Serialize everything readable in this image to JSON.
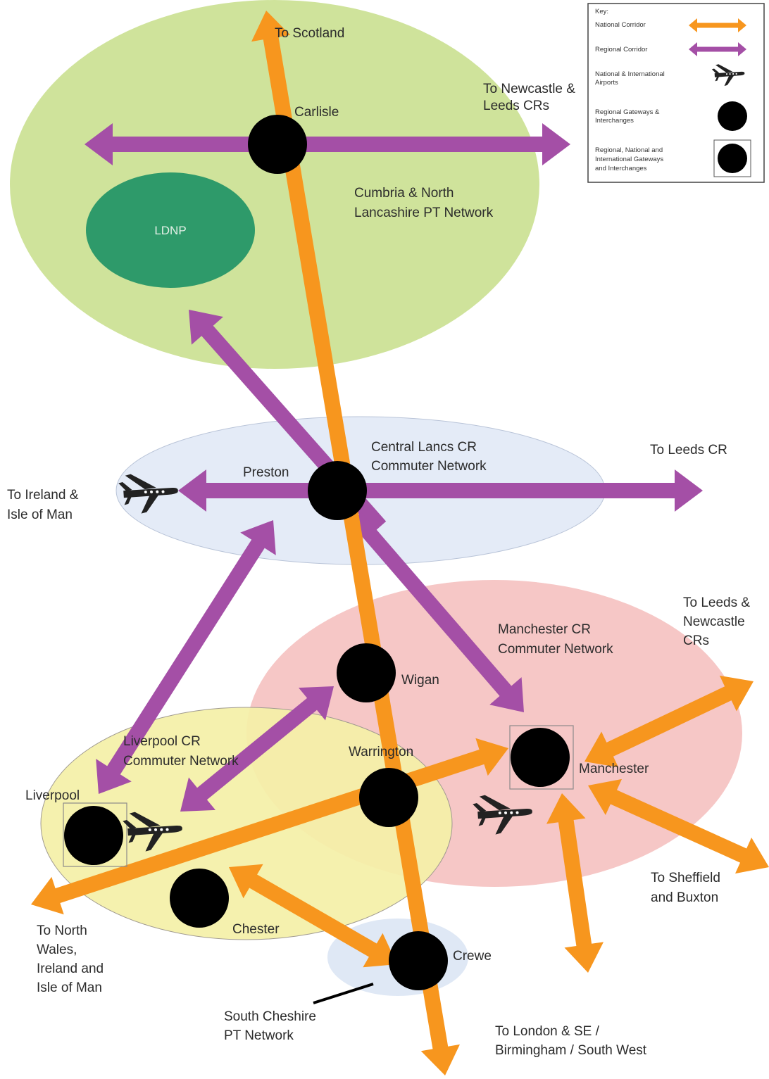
{
  "colors": {
    "national_corridor": "#f7961e",
    "regional_corridor": "#a44fa6",
    "cumbria_area": "#cfe39b",
    "ldnp_area": "#2e9a6a",
    "central_lancs_area": "#e4ebf7",
    "manchester_area": "#f6c7c6",
    "liverpool_area": "#f4f0a7",
    "south_cheshire_area": "#dfe8f5",
    "gateway": "#000000"
  },
  "areas": {
    "cumbria": [
      "Cumbria & North",
      "Lancashire PT Network"
    ],
    "ldnp": "LDNP",
    "central_lancs": [
      "Central Lancs CR",
      "Commuter Network"
    ],
    "manchester": [
      "Manchester CR",
      "Commuter Network"
    ],
    "liverpool": [
      "Liverpool CR",
      "Commuter Network"
    ],
    "south_cheshire": [
      "South Cheshire",
      "PT Network"
    ]
  },
  "places": {
    "carlisle": "Carlisle",
    "preston": "Preston",
    "wigan": "Wigan",
    "warrington": "Warrington",
    "manchester": "Manchester",
    "liverpool": "Liverpool",
    "chester": "Chester",
    "crewe": "Crewe"
  },
  "destinations": {
    "scotland": "To Scotland",
    "newcastle_leeds": [
      "To Newcastle &",
      "Leeds CRs"
    ],
    "leeds": "To Leeds CR",
    "ireland_man": [
      "To Ireland &",
      "Isle of Man"
    ],
    "leeds_newcastle": [
      "To Leeds &",
      "Newcastle",
      "CRs"
    ],
    "sheffield_buxton": [
      "To Sheffield",
      "and Buxton"
    ],
    "north_wales": [
      "To North",
      "Wales,",
      "Ireland and",
      "Isle of Man"
    ],
    "london": [
      "To London & SE /",
      "Birmingham / South West"
    ]
  },
  "key": {
    "title": "Key:",
    "national": "National Corridor",
    "regional": "Regional Corridor",
    "airports": [
      "National & International",
      "Airports"
    ],
    "regional_gateways": [
      "Regional Gateways &",
      "Interchanges"
    ],
    "rni_gateways": [
      "Regional, National and",
      "International Gateways",
      "and Interchanges"
    ]
  },
  "icons": {
    "airport": "airplane-icon",
    "gateway": "black-circle-icon",
    "corridor": "double-headed-arrow-icon"
  }
}
